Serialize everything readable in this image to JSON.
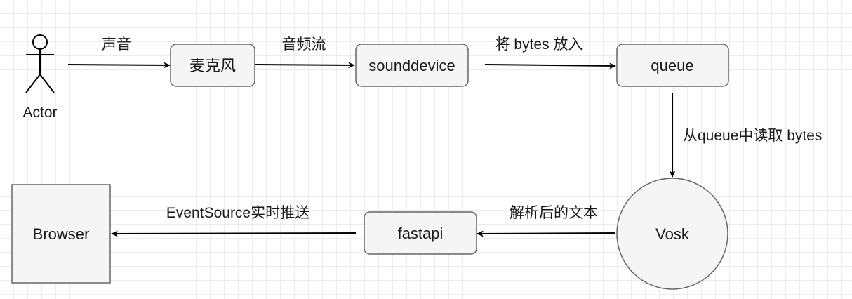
{
  "colors": {
    "box_fill": "#f5f5f5",
    "box_stroke": "#666666",
    "line": "#000000",
    "text": "#1a1a1a"
  },
  "actor": {
    "label": "Actor"
  },
  "nodes": {
    "microphone": "麦克风",
    "sounddevice": "sounddevice",
    "queue": "queue",
    "vosk": "Vosk",
    "fastapi": "fastapi",
    "browser": "Browser"
  },
  "edges": {
    "actor_to_mic": "声音",
    "mic_to_sounddevice": "音频流",
    "sounddevice_to_queue": "将 bytes 放入",
    "queue_to_vosk": "从queue中读取 bytes",
    "vosk_to_fastapi": "解析后的文本",
    "fastapi_to_browser": "EventSource实时推送"
  }
}
